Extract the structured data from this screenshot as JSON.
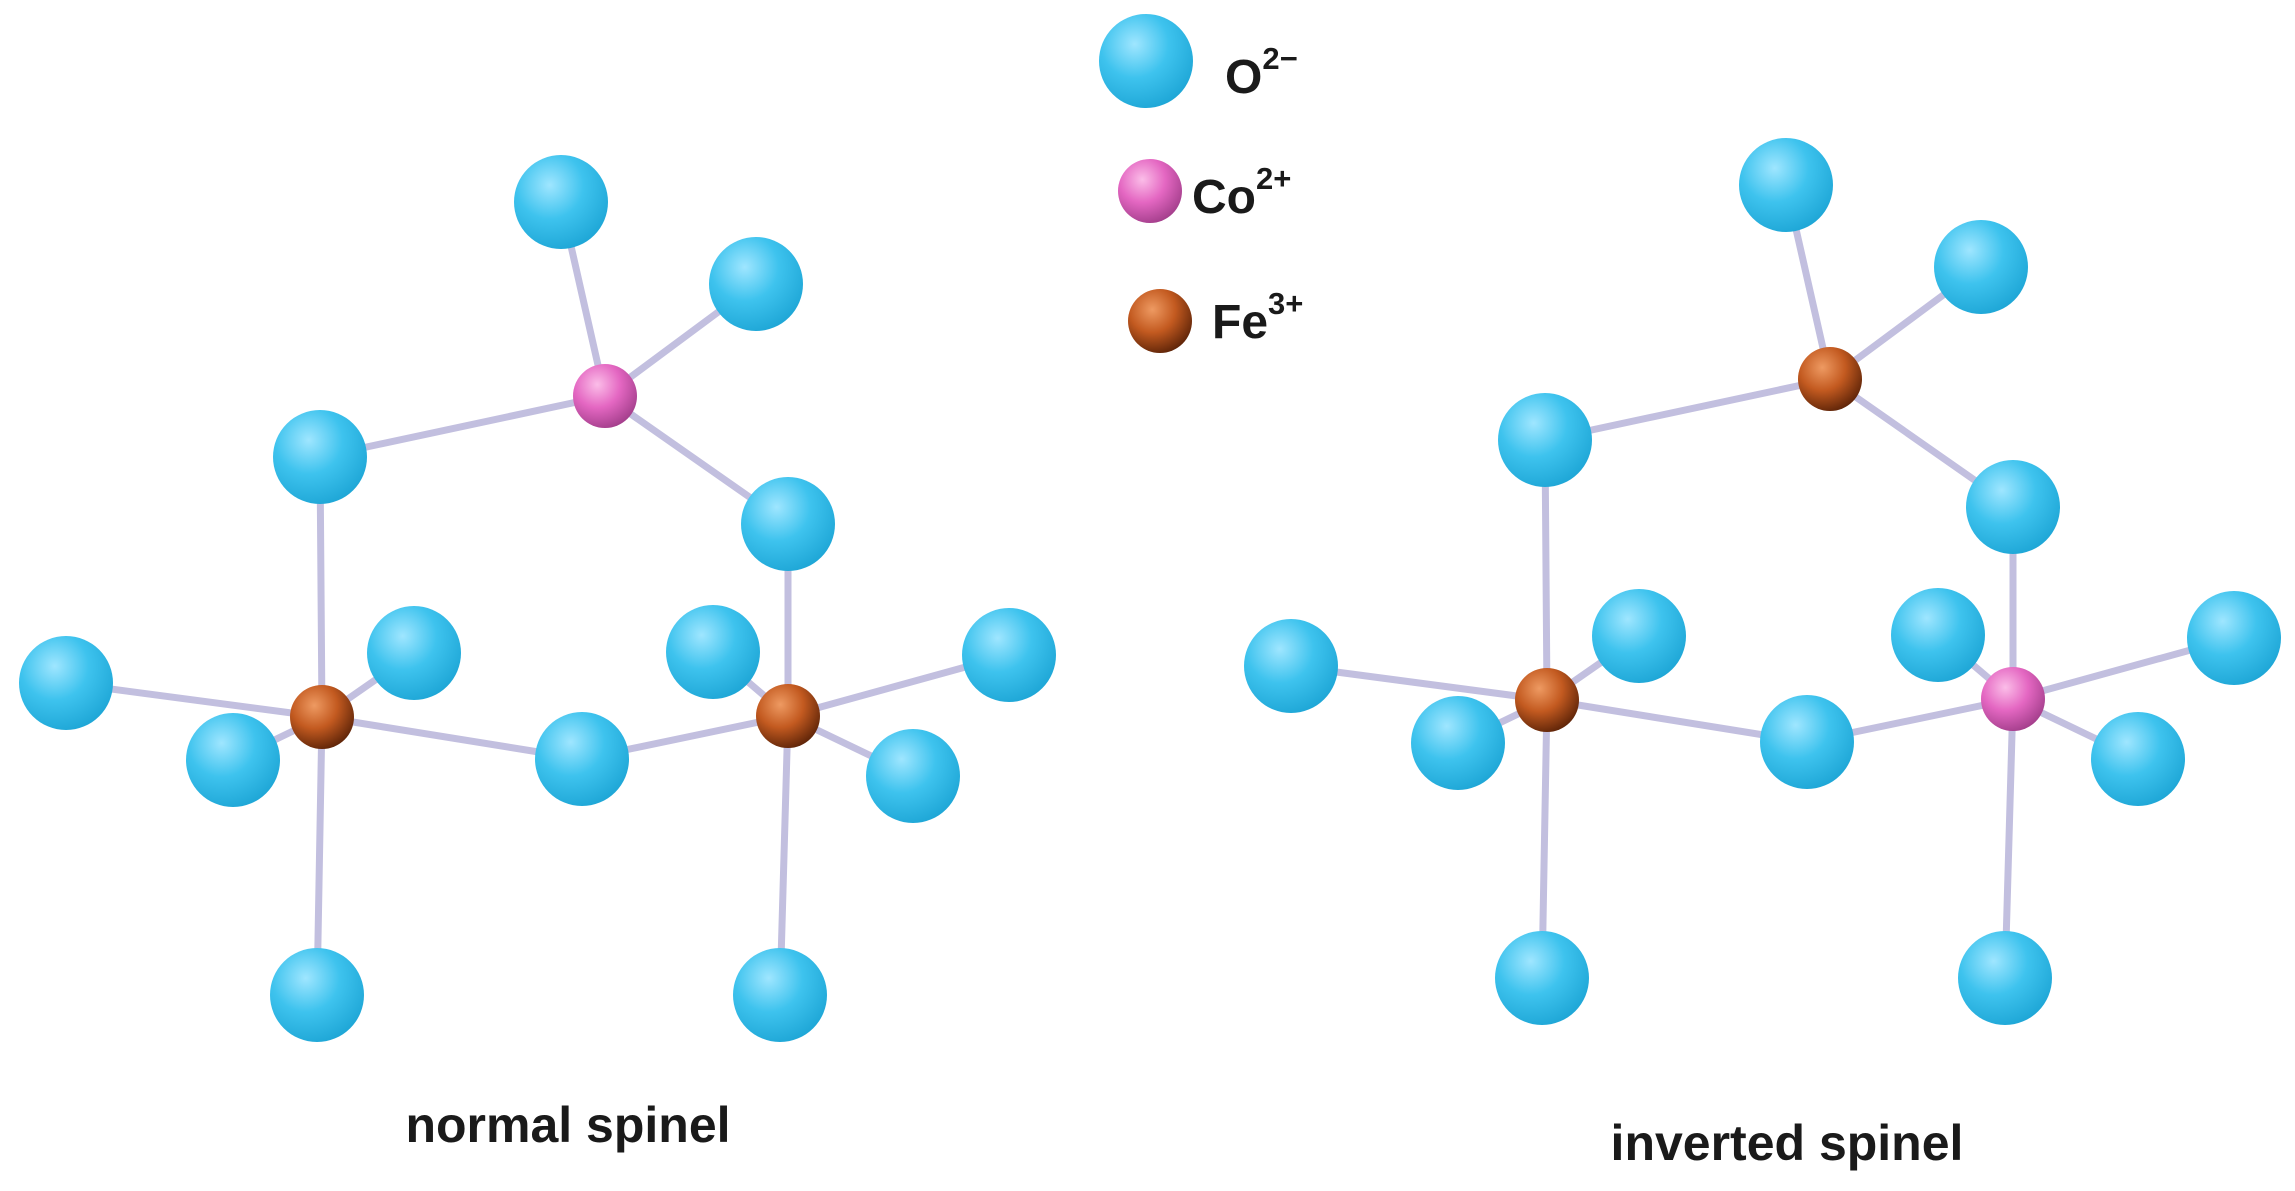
{
  "legend": {
    "items": [
      {
        "id": "o",
        "symbol": "O",
        "charge": "2−",
        "type": "oxygen"
      },
      {
        "id": "co",
        "symbol": "Co",
        "charge": "2+",
        "type": "cobalt"
      },
      {
        "id": "fe",
        "symbol": "Fe",
        "charge": "3+",
        "type": "iron"
      }
    ]
  },
  "structures": [
    {
      "id": "normal",
      "caption": "normal spinel",
      "tetrahedral_site": "cobalt",
      "octahedral_sites": [
        "iron",
        "iron"
      ]
    },
    {
      "id": "inverted",
      "caption": "inverted spinel",
      "tetrahedral_site": "iron",
      "octahedral_sites": [
        "iron",
        "cobalt"
      ]
    }
  ],
  "colors": {
    "oxygen": "#3ec3ee",
    "oxygen_light": "#9fe6ff",
    "oxygen_dark": "#1ea6d6",
    "cobalt": "#e467c2",
    "cobalt_light": "#fbbde8",
    "cobalt_dark": "#a33e8b",
    "iron": "#c35a20",
    "iron_light": "#ee9a62",
    "iron_dark": "#5e2408",
    "bond": "#c2bfdf",
    "text": "#1a1a1a"
  }
}
